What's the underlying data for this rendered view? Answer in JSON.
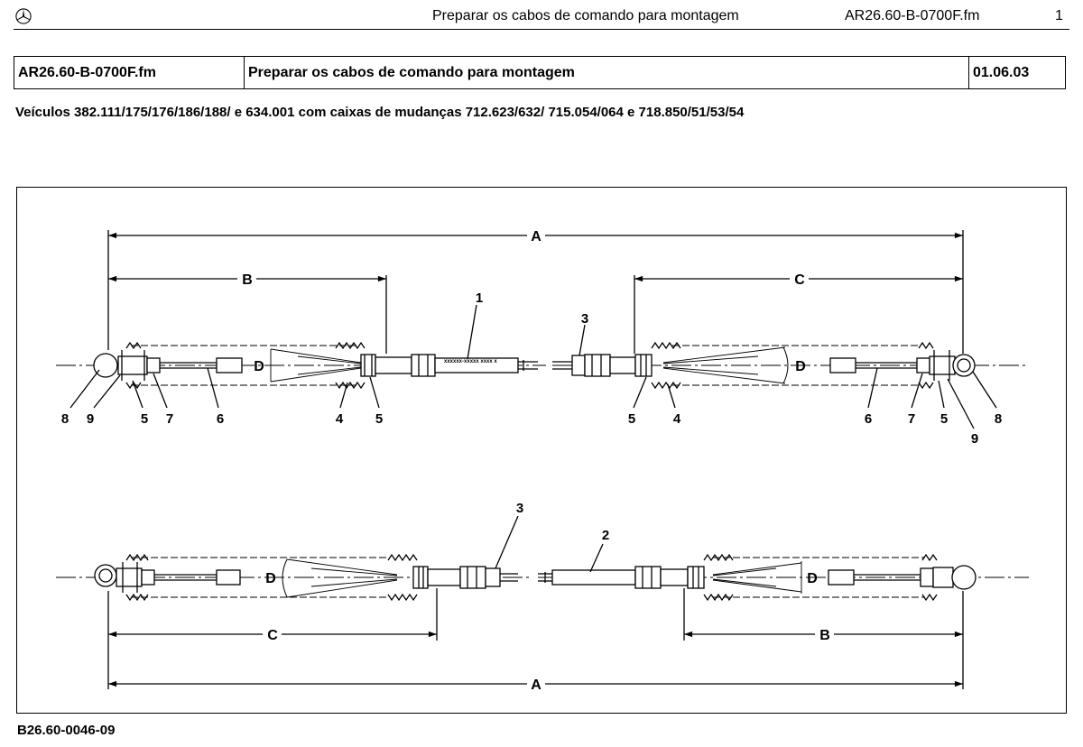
{
  "header": {
    "title": "Preparar os cabos de comando para montagem",
    "file": "AR26.60-B-0700F.fm",
    "page": "1"
  },
  "meta_table": {
    "code": "AR26.60-B-0700F.fm",
    "title": "Preparar os cabos de comando para montagem",
    "date": "01.06.03"
  },
  "vehicles": "Veículos 382.111/175/176/186/188/ e 634.001 com caixas de mudanças 712.623/632/ 715.054/064 e 718.850/51/53/54",
  "figure": {
    "id": "B26.60-0046-09",
    "dimension_labels": {
      "A": "A",
      "B": "B",
      "C": "C",
      "D": "D"
    },
    "callouts": {
      "n1": "1",
      "n2": "2",
      "n3": "3",
      "n4": "4",
      "n5": "5",
      "n6": "6",
      "n7": "7",
      "n8": "8",
      "n9": "9"
    },
    "cable_marking": "xxxxxx-xxxxx xxxx x"
  }
}
